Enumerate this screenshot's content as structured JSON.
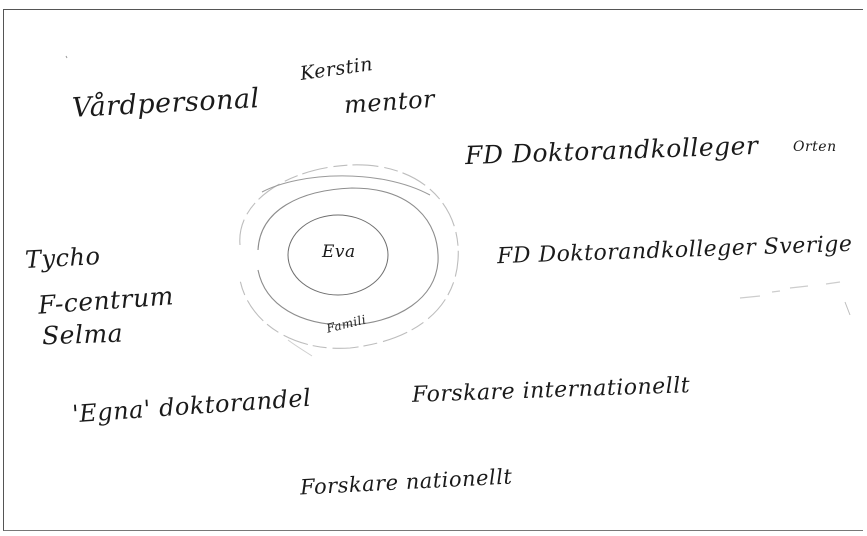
{
  "diagram": {
    "center": "Eva",
    "inner_ring": "Famili",
    "labels": {
      "vardpersonal": "Vårdpersonal",
      "kerstin": "Kerstin",
      "mentor": "mentor",
      "fd_kolleger_orten": "FD Doktorandkolleger",
      "orten": "Orten",
      "fd_kolleger_sverige": "FD Doktorandkolleger Sverige",
      "tycho": "Tycho",
      "f_centrum": "F-centrum",
      "selma": "Selma",
      "egna_doktorander": "'Egna' doktorandel",
      "forskare_internationellt": "Forskare internationellt",
      "forskare_nationellt": "Forskare nationellt"
    }
  }
}
